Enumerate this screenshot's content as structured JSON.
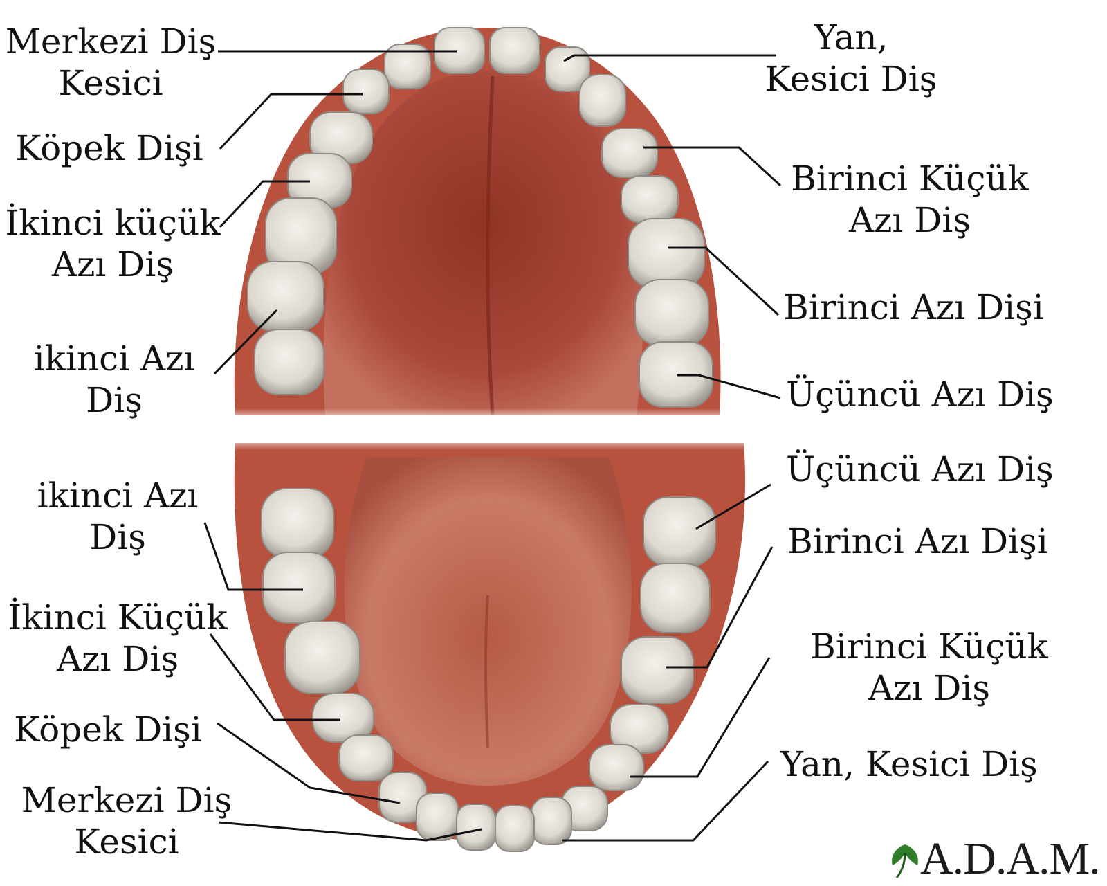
{
  "upper_arch": {
    "central_incisor": [
      "Merkezi Diş",
      "Kesici"
    ],
    "canine": [
      "Köpek Dişi"
    ],
    "second_premolar": [
      "İkinci küçük",
      "Azı Diş"
    ],
    "second_molar": [
      "ikinci Azı",
      "Diş"
    ],
    "lateral_incisor": [
      "Yan,",
      "Kesici Diş"
    ],
    "first_premolar": [
      "Birinci Küçük",
      "Azı Diş"
    ],
    "first_molar": [
      "Birinci Azı Dişi"
    ],
    "third_molar": [
      "Üçüncü Azı Diş"
    ]
  },
  "lower_arch": {
    "second_molar": [
      "ikinci Azı",
      "Diş"
    ],
    "second_premolar": [
      "İkinci Küçük",
      "Azı Diş"
    ],
    "canine": [
      "Köpek Dişi"
    ],
    "central_incisor": [
      "Merkezi Diş",
      "Kesici"
    ],
    "third_molar": [
      "Üçüncü Azı Diş"
    ],
    "first_molar": [
      "Birinci Azı Dişi"
    ],
    "first_premolar": [
      "Birinci Küçük",
      "Azı Diş"
    ],
    "lateral_incisor": [
      "Yan, Kesici Diş"
    ]
  },
  "logo": {
    "text": "A.D.A.M."
  },
  "colors": {
    "gum": "#b8523f",
    "palate": "#a4432f",
    "tongue": "#c06a55",
    "tooth": "#e9e4dc",
    "tooth_shadow": "#8e8a84",
    "leader": "#111111",
    "logo_leaf": "#2f7d2a"
  }
}
